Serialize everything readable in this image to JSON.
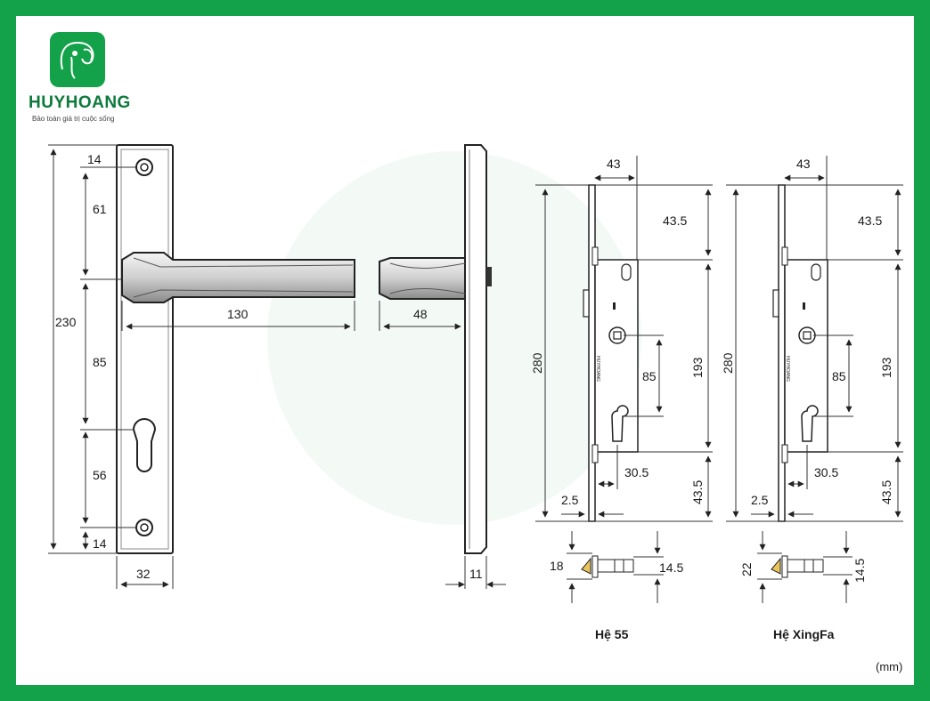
{
  "brand": {
    "name": "HUYHOANG",
    "tagline": "Bảo toàn giá trị cuộc sống",
    "logo_color": "#13a24a"
  },
  "frame_color": "#13a24a",
  "handle": {
    "total_height": "230",
    "top_margin": "14",
    "hole_to_handle": "61",
    "handle_to_key": "85",
    "key_to_hole": "56",
    "bottom_margin": "14",
    "plate_width": "32",
    "lever_length": "130",
    "lever_depth": "48",
    "plate_thickness": "11"
  },
  "lock_55": {
    "caption": "Hệ 55",
    "height": "280",
    "backset": "43",
    "top": "43.5",
    "bottom": "43.5",
    "spindle_to_key": "85",
    "body": "193",
    "faceplate_offset": "2.5",
    "key_offset": "30.5",
    "latch_depth": "18",
    "latch_len": "14.5"
  },
  "lock_xingfa": {
    "caption": "Hệ XingFa",
    "height": "280",
    "backset": "43",
    "top": "43.5",
    "bottom": "43.5",
    "spindle_to_key": "85",
    "body": "193",
    "faceplate_offset": "2.5",
    "key_offset": "30.5",
    "latch_depth": "22",
    "latch_len": "14.5"
  },
  "unit": "(mm)"
}
